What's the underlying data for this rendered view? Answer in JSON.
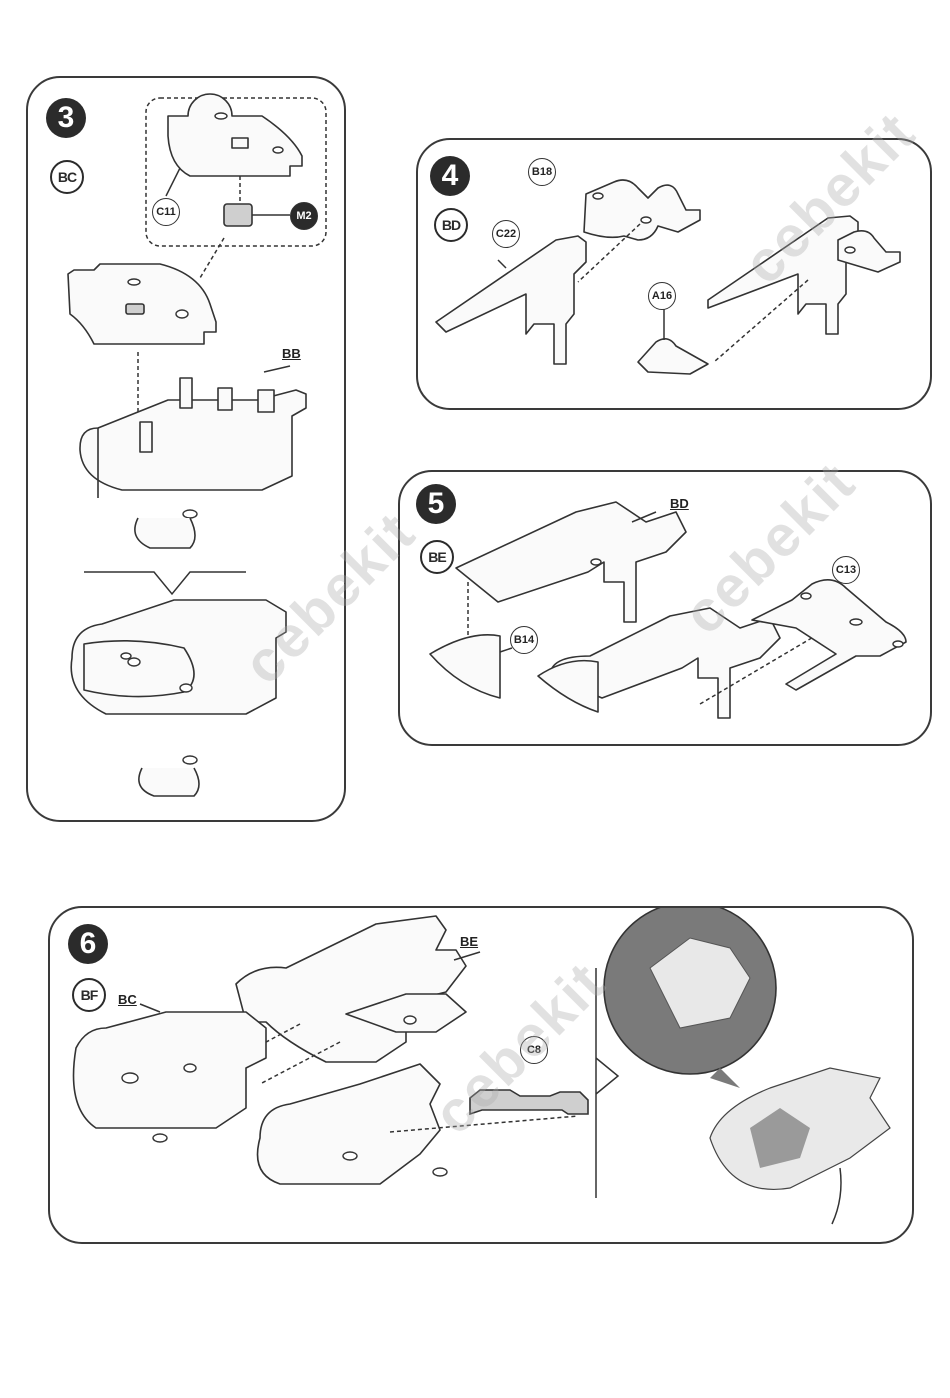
{
  "watermark": "cebekit",
  "steps": [
    {
      "number": "3",
      "sub": "BC",
      "labels": {
        "part_a": "C11",
        "part_b": "M2",
        "arrow": "BB"
      }
    },
    {
      "number": "4",
      "sub": "BD",
      "labels": {
        "part_a": "B18",
        "part_b": "C22",
        "part_c": "A16"
      }
    },
    {
      "number": "5",
      "sub": "BE",
      "labels": {
        "arrow": "BD",
        "part_a": "B14",
        "part_b": "C13"
      }
    },
    {
      "number": "6",
      "sub": "BF",
      "labels": {
        "arrow_a": "BE",
        "arrow_b": "BC",
        "part_a": "C8"
      }
    }
  ]
}
